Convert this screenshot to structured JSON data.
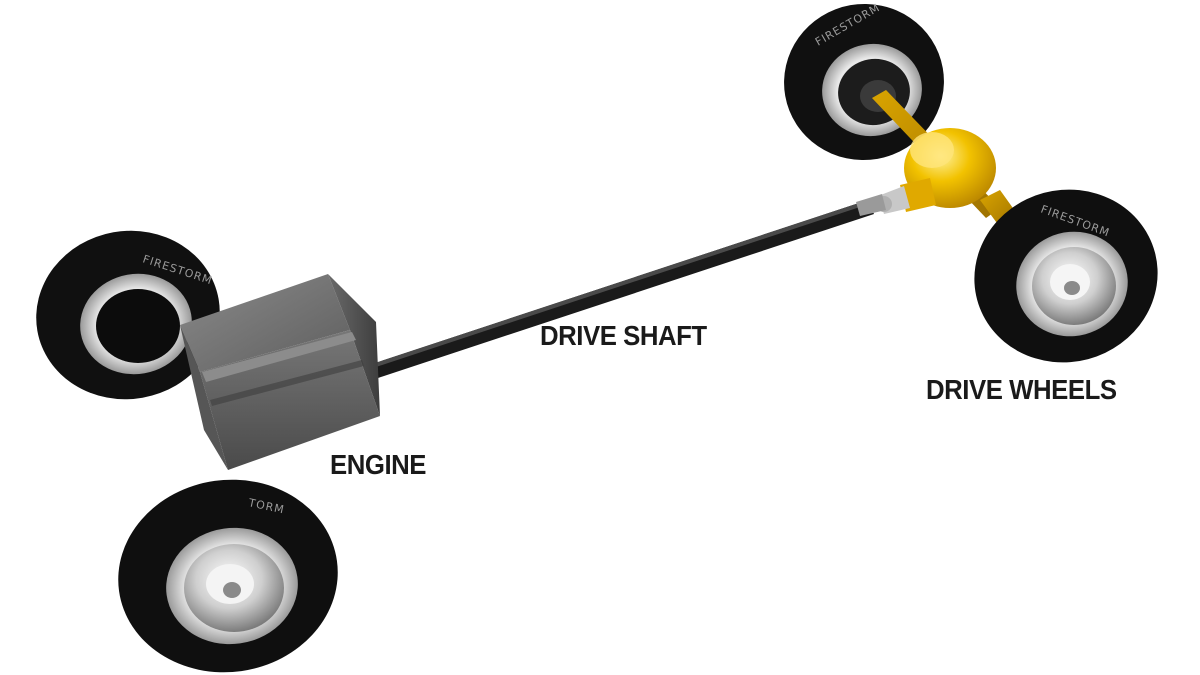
{
  "labels": {
    "drive_shaft": "DRIVE SHAFT",
    "drive_wheels": "DRIVE WHEELS",
    "engine": "ENGINE"
  },
  "components": [
    {
      "name": "engine",
      "icon": "engine-block-icon"
    },
    {
      "name": "drive-shaft",
      "icon": "shaft-icon"
    },
    {
      "name": "differential",
      "icon": "differential-icon"
    },
    {
      "name": "front-left-wheel",
      "icon": "wheel-icon"
    },
    {
      "name": "front-right-wheel",
      "icon": "wheel-icon"
    },
    {
      "name": "rear-left-wheel",
      "icon": "wheel-icon"
    },
    {
      "name": "rear-right-wheel",
      "icon": "wheel-icon"
    }
  ],
  "colors": {
    "tyre": "#111111",
    "engine": "#6f6f6f",
    "shaft": "#1c1c1c",
    "differential": "#f2c200",
    "label": "#1a1a1a",
    "background": "#ffffff"
  }
}
